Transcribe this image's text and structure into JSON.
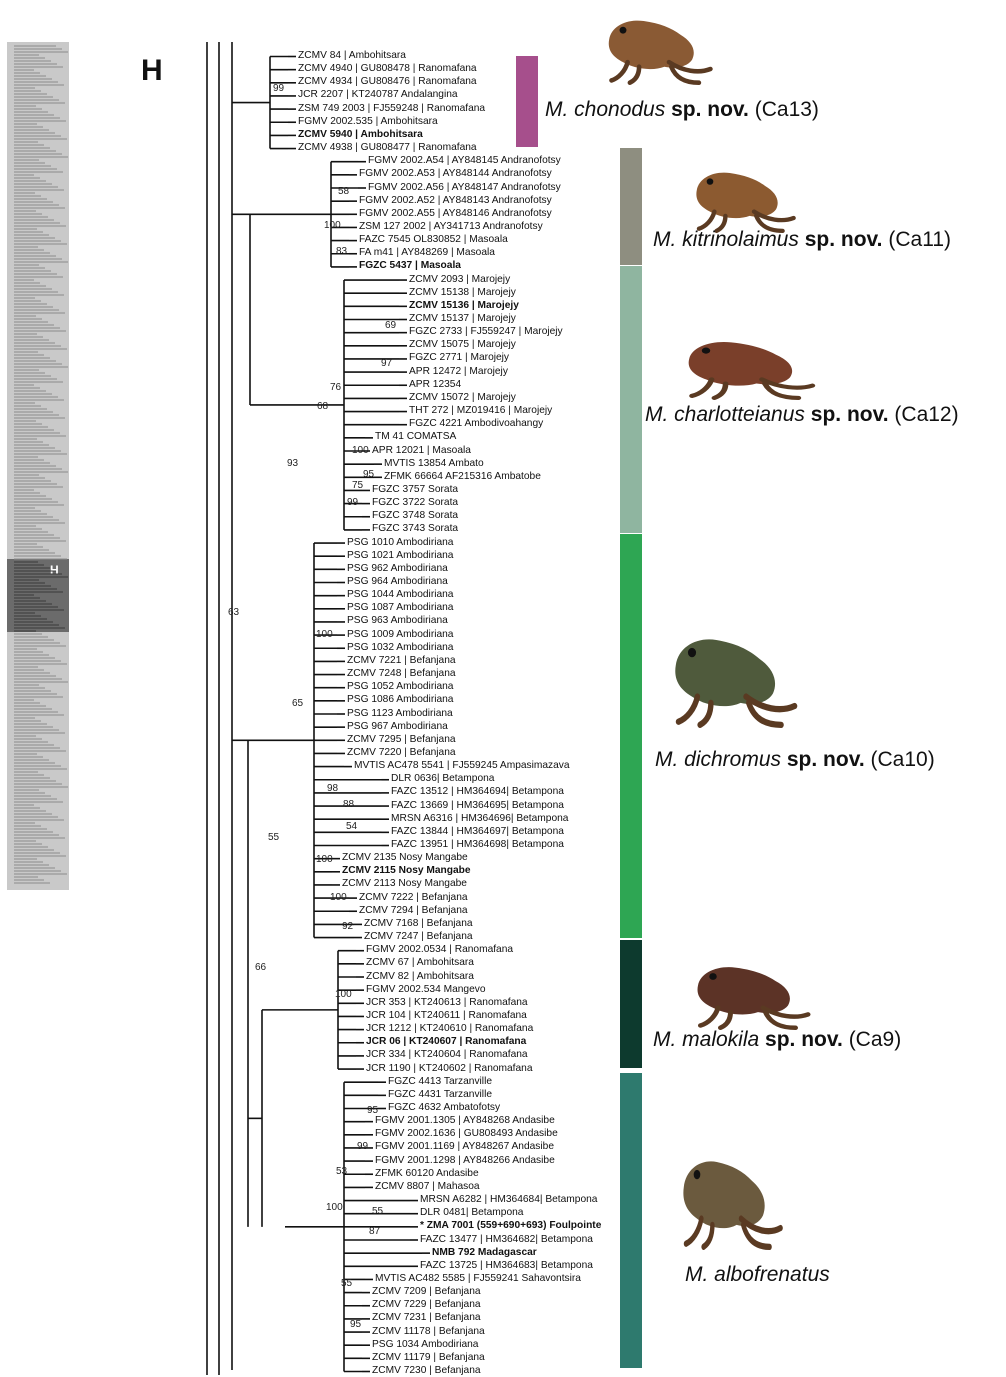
{
  "panel_label": "H",
  "overview": {
    "label": "H"
  },
  "clades": [
    {
      "species": "M. chonodus",
      "nov": "sp. nov.",
      "code": "(Ca13)",
      "color": "#a64f8c",
      "tips": [
        {
          "label": "ZCMV 84 | Ambohitsara",
          "bold": false
        },
        {
          "label": "ZCMV 4940 | GU808478 | Ranomafana",
          "bold": false
        },
        {
          "label": "ZCMV 4934 | GU808476 | Ranomafana",
          "bold": false
        },
        {
          "label": "JCR 2207 | KT240787 Andalangina",
          "bold": false
        },
        {
          "label": "ZSM 749 2003 | FJ559248 | Ranomafana",
          "bold": false
        },
        {
          "label": "FGMV 2002.535 | Ambohitsara",
          "bold": false
        },
        {
          "label": "ZCMV 5940 | Ambohitsara",
          "bold": true
        },
        {
          "label": "ZCMV 4938 | GU808477 | Ranomafana",
          "bold": false
        }
      ]
    },
    {
      "species": "M. kitrinolaimus",
      "nov": "sp. nov.",
      "code": "(Ca11)",
      "color": "#8e8e80",
      "tips": [
        {
          "label": "FGMV 2002.A54 | AY848145 Andranofotsy",
          "bold": false
        },
        {
          "label": "FGMV 2002.A53 | AY848144 Andranofotsy",
          "bold": false
        },
        {
          "label": "FGMV 2002.A56 | AY848147 Andranofotsy",
          "bold": false
        },
        {
          "label": "FGMV 2002.A52 | AY848143 Andranofotsy",
          "bold": false
        },
        {
          "label": "FGMV 2002.A55 | AY848146 Andranofotsy",
          "bold": false
        },
        {
          "label": "ZSM 127 2002 | AY341713 Andranofotsy",
          "bold": false
        },
        {
          "label": "FAZC 7545 OL830852 | Masoala",
          "bold": false
        },
        {
          "label": "FA m41 | AY848269 | Masoala",
          "bold": false
        },
        {
          "label": "FGZC 5437 | Masoala",
          "bold": true
        }
      ]
    },
    {
      "species": "M. charlotteianus",
      "nov": "sp. nov.",
      "code": "(Ca12)",
      "color": "#8fb5a0",
      "tips": [
        {
          "label": "ZCMV 2093 | Marojejy",
          "bold": false
        },
        {
          "label": "ZCMV 15138 | Marojejy",
          "bold": false
        },
        {
          "label": "ZCMV 15136 | Marojejy",
          "bold": true
        },
        {
          "label": "ZCMV 15137 | Marojejy",
          "bold": false
        },
        {
          "label": "FGZC 2733 | FJ559247 | Marojejy",
          "bold": false
        },
        {
          "label": "ZCMV 15075 | Marojejy",
          "bold": false
        },
        {
          "label": "FGZC 2771 | Marojejy",
          "bold": false
        },
        {
          "label": "APR 12472 | Marojejy",
          "bold": false
        },
        {
          "label": "APR 12354",
          "bold": false
        },
        {
          "label": "ZCMV 15072 | Marojejy",
          "bold": false
        },
        {
          "label": "THT 272 | MZ019416 | Marojejy",
          "bold": false
        },
        {
          "label": "FGZC 4221 Ambodivoahangy",
          "bold": false
        },
        {
          "label": "TM 41 COMATSA",
          "bold": false
        },
        {
          "label": "APR 12021 | Masoala",
          "bold": false
        },
        {
          "label": "MVTIS 13854 Ambato",
          "bold": false
        },
        {
          "label": "ZFMK 66664 AF215316 Ambatobe",
          "bold": false
        },
        {
          "label": "FGZC 3757 Sorata",
          "bold": false
        },
        {
          "label": "FGZC 3722 Sorata",
          "bold": false
        },
        {
          "label": "FGZC 3748 Sorata",
          "bold": false
        },
        {
          "label": "FGZC 3743 Sorata",
          "bold": false
        }
      ]
    },
    {
      "species": "M. dichromus",
      "nov": "sp. nov.",
      "code": "(Ca10)",
      "color": "#2ea653",
      "tips": [
        {
          "label": "PSG 1010 Ambodiriana",
          "bold": false
        },
        {
          "label": "PSG 1021 Ambodiriana",
          "bold": false
        },
        {
          "label": "PSG 962 Ambodiriana",
          "bold": false
        },
        {
          "label": "PSG 964 Ambodiriana",
          "bold": false
        },
        {
          "label": "PSG 1044 Ambodiriana",
          "bold": false
        },
        {
          "label": "PSG 1087 Ambodiriana",
          "bold": false
        },
        {
          "label": "PSG 963 Ambodiriana",
          "bold": false
        },
        {
          "label": "PSG 1009 Ambodiriana",
          "bold": false
        },
        {
          "label": "PSG 1032 Ambodiriana",
          "bold": false
        },
        {
          "label": "ZCMV 7221 | Befanjana",
          "bold": false
        },
        {
          "label": "ZCMV 7248 | Befanjana",
          "bold": false
        },
        {
          "label": "PSG 1052 Ambodiriana",
          "bold": false
        },
        {
          "label": "PSG 1086 Ambodiriana",
          "bold": false
        },
        {
          "label": "PSG 1123 Ambodiriana",
          "bold": false
        },
        {
          "label": "PSG 967 Ambodiriana",
          "bold": false
        },
        {
          "label": "ZCMV 7295 | Befanjana",
          "bold": false
        },
        {
          "label": "ZCMV 7220 | Befanjana",
          "bold": false
        },
        {
          "label": "MVTIS AC478 5541 | FJ559245 Ampasimazava",
          "bold": false
        },
        {
          "label": "DLR 0636| Betampona",
          "bold": false
        },
        {
          "label": "FAZC 13512 | HM364694| Betampona",
          "bold": false
        },
        {
          "label": "FAZC 13669 | HM364695| Betampona",
          "bold": false
        },
        {
          "label": "MRSN A6316 | HM364696| Betampona",
          "bold": false
        },
        {
          "label": "FAZC 13844 | HM364697| Betampona",
          "bold": false
        },
        {
          "label": "FAZC 13951 | HM364698| Betampona",
          "bold": false
        },
        {
          "label": "ZCMV 2135 Nosy Mangabe",
          "bold": false
        },
        {
          "label": "ZCMV 2115 Nosy Mangabe",
          "bold": true
        },
        {
          "label": "ZCMV 2113 Nosy Mangabe",
          "bold": false
        },
        {
          "label": "ZCMV 7222 | Befanjana",
          "bold": false
        },
        {
          "label": "ZCMV 7294 | Befanjana",
          "bold": false
        },
        {
          "label": "ZCMV 7168 | Befanjana",
          "bold": false
        },
        {
          "label": "ZCMV 7247 | Befanjana",
          "bold": false
        }
      ]
    },
    {
      "species": "M. malokila",
      "nov": "sp. nov.",
      "code": "(Ca9)",
      "color": "#0d3a2e",
      "tips": [
        {
          "label": "FGMV 2002.0534 | Ranomafana",
          "bold": false
        },
        {
          "label": "ZCMV 67 | Ambohitsara",
          "bold": false
        },
        {
          "label": "ZCMV 82 | Ambohitsara",
          "bold": false
        },
        {
          "label": "FGMV 2002.534 Mangevo",
          "bold": false
        },
        {
          "label": "JCR 353 | KT240613 | Ranomafana",
          "bold": false
        },
        {
          "label": "JCR 104 | KT240611 | Ranomafana",
          "bold": false
        },
        {
          "label": "JCR 1212 | KT240610 | Ranomafana",
          "bold": false
        },
        {
          "label": "JCR 06 | KT240607 | Ranomafana",
          "bold": true
        },
        {
          "label": "JCR 334 | KT240604 | Ranomafana",
          "bold": false
        },
        {
          "label": "JCR 1190 | KT240602 | Ranomafana",
          "bold": false
        }
      ]
    },
    {
      "species": "M. albofrenatus",
      "nov": "",
      "code": "",
      "color": "#2e7a6e",
      "tips": [
        {
          "label": "FGZC 4413 Tarzanville",
          "bold": false
        },
        {
          "label": "FGZC 4431 Tarzanville",
          "bold": false
        },
        {
          "label": "FGZC 4632 Ambatofotsy",
          "bold": false
        },
        {
          "label": "FGMV 2001.1305 | AY848268 Andasibe",
          "bold": false
        },
        {
          "label": "FGMV 2002.1636 | GU808493 Andasibe",
          "bold": false
        },
        {
          "label": "FGMV 2001.1169 | AY848267 Andasibe",
          "bold": false
        },
        {
          "label": "FGMV 2001.1298 | AY848266 Andasibe",
          "bold": false
        },
        {
          "label": "ZFMK 60120 Andasibe",
          "bold": false
        },
        {
          "label": "ZCMV 8807 | Mahasoa",
          "bold": false
        },
        {
          "label": "MRSN A6282 | HM364684| Betampona",
          "bold": false
        },
        {
          "label": "DLR 0481| Betampona",
          "bold": false
        },
        {
          "label": "* ZMA 7001 (559+690+693) Foulpointe",
          "bold": true
        },
        {
          "label": "FAZC 13477 | HM364682| Betampona",
          "bold": false
        },
        {
          "label": "NMB 792 Madagascar",
          "bold": true
        },
        {
          "label": "FAZC 13725 | HM364683| Betampona",
          "bold": false
        },
        {
          "label": "MVTIS AC482 5585 | FJ559241 Sahavontsira",
          "bold": false
        },
        {
          "label": "ZCMV 7209 | Befanjana",
          "bold": false
        },
        {
          "label": "ZCMV 7229 | Befanjana",
          "bold": false
        },
        {
          "label": "ZCMV 7231 | Befanjana",
          "bold": false
        },
        {
          "label": "ZCMV 11178 | Befanjana",
          "bold": false
        },
        {
          "label": "PSG 1034 Ambodiriana",
          "bold": false
        },
        {
          "label": "ZCMV 11179 | Befanjana",
          "bold": false
        },
        {
          "label": "ZCMV 7230 | Befanjana",
          "bold": false
        }
      ]
    }
  ],
  "support_values": [
    "99",
    "58",
    "100",
    "83",
    "69",
    "97",
    "76",
    "68",
    "100",
    "95",
    "75",
    "99",
    "93",
    "63",
    "100",
    "65",
    "98",
    "88",
    "54",
    "55",
    "100",
    "100",
    "92",
    "66",
    "100",
    "95",
    "99",
    "53",
    "55",
    "87",
    "100",
    "55",
    "95"
  ]
}
